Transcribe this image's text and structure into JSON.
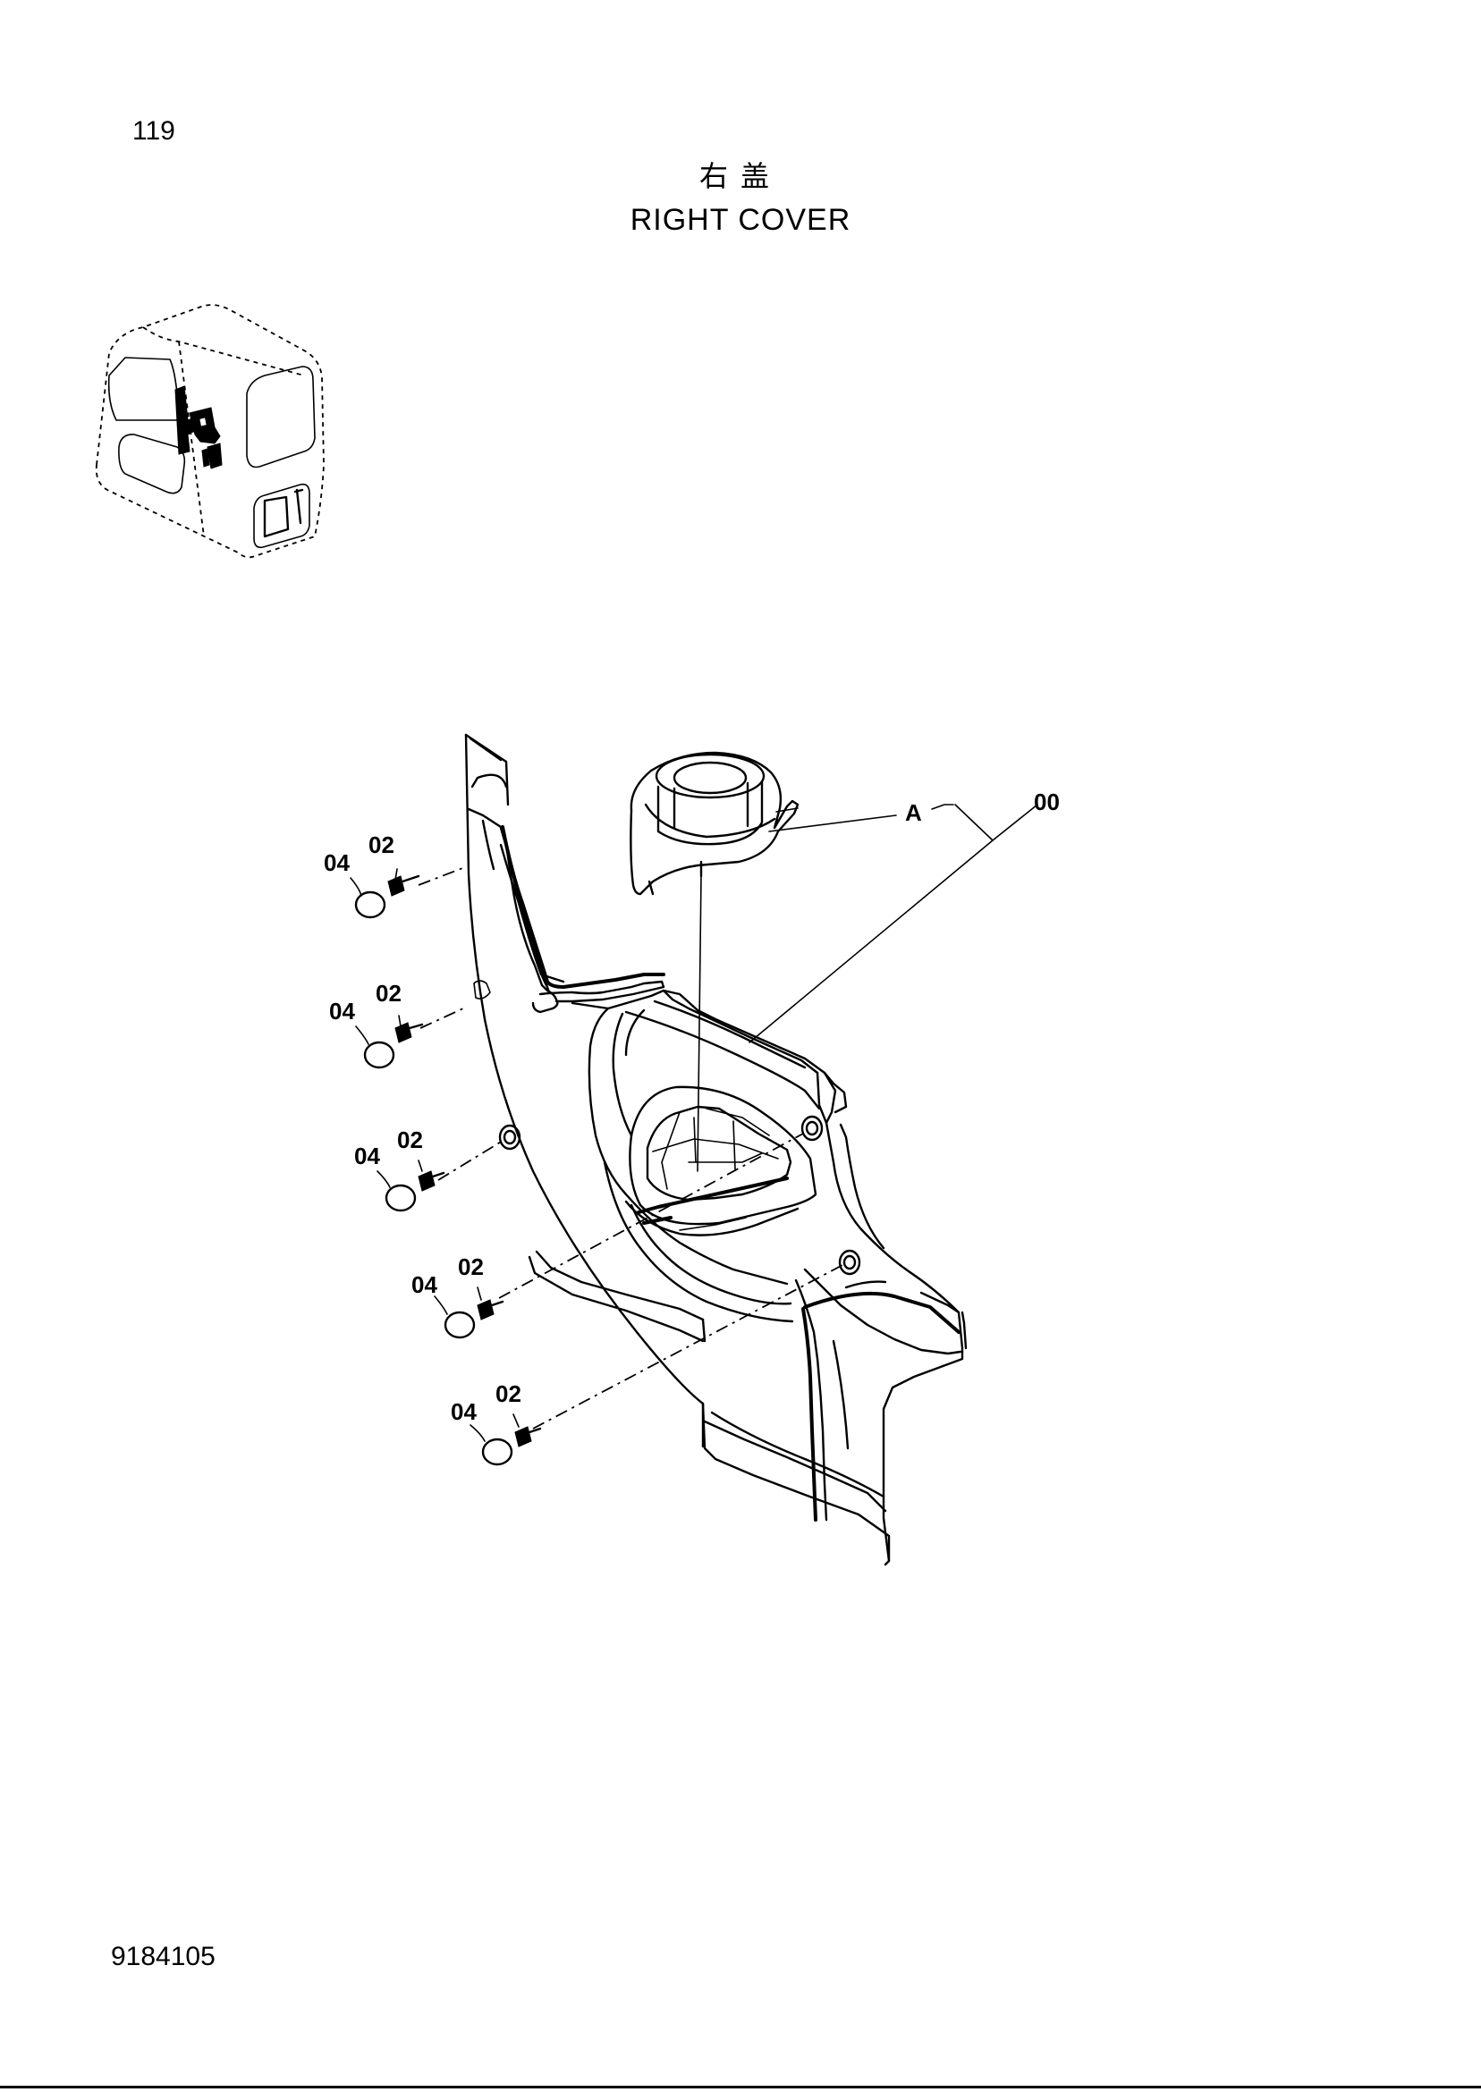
{
  "page": {
    "number": "119",
    "title_cn": "右盖",
    "title_en": "RIGHT COVER",
    "drawing_number": "9184105"
  },
  "callouts": {
    "assembly": "00",
    "sub_assembly": "A",
    "screw": "02",
    "cap": "04"
  }
}
